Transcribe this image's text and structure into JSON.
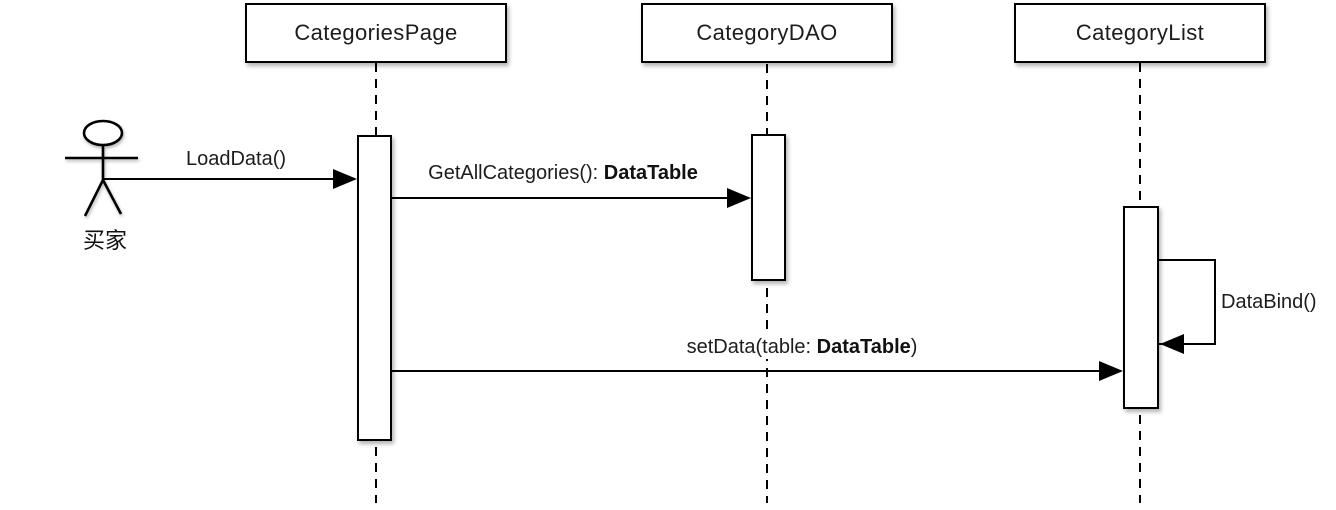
{
  "diagram": {
    "title": "sequence-diagram",
    "colors": {
      "line": "#000000",
      "background": "#ffffff",
      "text": "#1c1c1c"
    },
    "actor": {
      "label": "买家",
      "icon": "stick-figure"
    },
    "participants": [
      {
        "label": "CategoriesPage"
      },
      {
        "label": "CategoryDAO"
      },
      {
        "label": "CategoryList"
      }
    ],
    "messages": [
      {
        "prefix": "LoadData()",
        "bold": "",
        "suffix": "",
        "from": "买家",
        "to": "CategoriesPage"
      },
      {
        "prefix": "GetAllCategories(): ",
        "bold": "DataTable",
        "suffix": "",
        "from": "CategoriesPage",
        "to": "CategoryDAO"
      },
      {
        "prefix": "setData(table: ",
        "bold": "DataTable",
        "suffix": ")",
        "from": "CategoriesPage",
        "to": "CategoryList"
      },
      {
        "prefix": "DataBind()",
        "bold": "",
        "suffix": "",
        "from": "CategoryList",
        "to": "CategoryList"
      }
    ]
  }
}
